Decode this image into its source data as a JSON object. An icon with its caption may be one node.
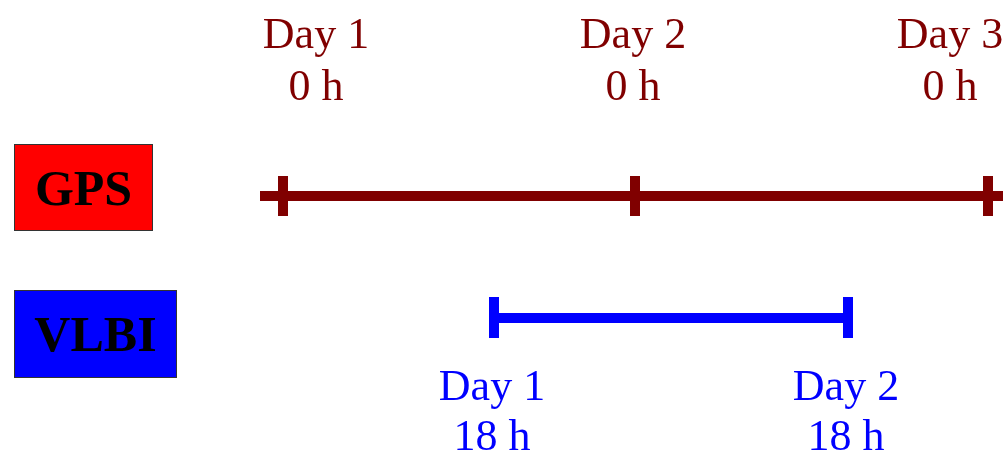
{
  "diagram": {
    "nodes": [
      {
        "text": [
          "GPS"
        ]
      },
      {
        "text": [
          "VLBI"
        ]
      }
    ],
    "labels": [
      "Day 1",
      "Day 2",
      "Day 3",
      "0 h",
      "0 h",
      "0 h",
      "Day 1",
      "Day 2",
      "18 h",
      "18 h"
    ]
  }
}
